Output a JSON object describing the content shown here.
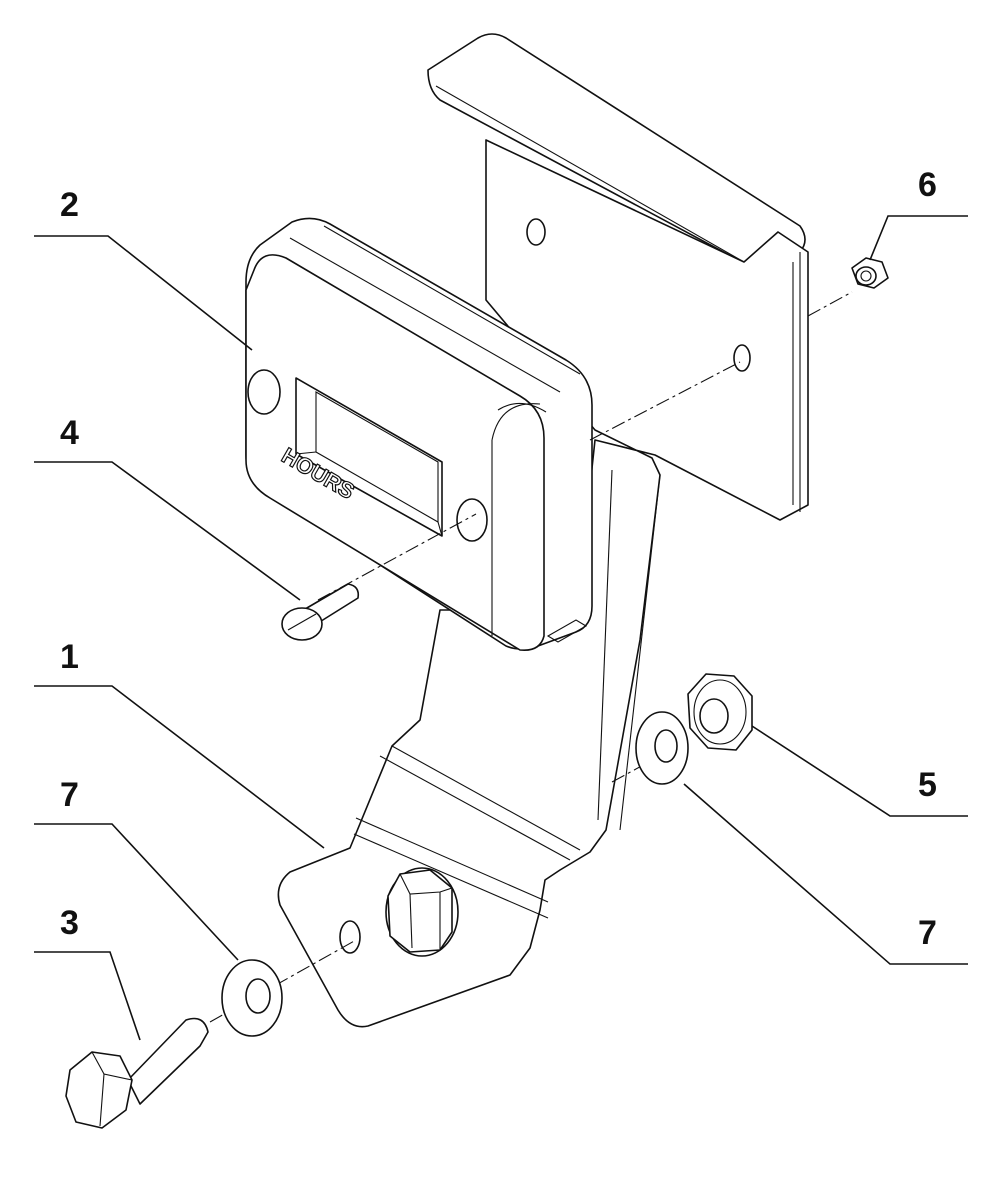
{
  "diagram": {
    "callouts": [
      {
        "id": "c2",
        "label": "2"
      },
      {
        "id": "c4",
        "label": "4"
      },
      {
        "id": "c1",
        "label": "1"
      },
      {
        "id": "c7a",
        "label": "7"
      },
      {
        "id": "c3",
        "label": "3"
      },
      {
        "id": "c6",
        "label": "6"
      },
      {
        "id": "c5",
        "label": "5"
      },
      {
        "id": "c7b",
        "label": "7"
      }
    ],
    "meter_marking": "HOURS"
  }
}
